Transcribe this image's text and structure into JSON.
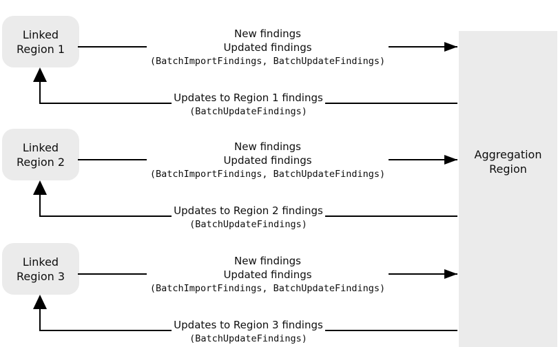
{
  "aggregation": {
    "label": "Aggregation Region"
  },
  "rows": [
    {
      "region_label": "Linked Region 1",
      "out_line1": "New findings",
      "out_line2": "Updated findings",
      "out_api": "(BatchImportFindings, BatchUpdateFindings)",
      "ret_line1": "Updates to Region 1 findings",
      "ret_api": "(BatchUpdateFindings)"
    },
    {
      "region_label": "Linked Region 2",
      "out_line1": "New findings",
      "out_line2": "Updated findings",
      "out_api": "(BatchImportFindings, BatchUpdateFindings)",
      "ret_line1": "Updates to Region 2 findings",
      "ret_api": "(BatchUpdateFindings)"
    },
    {
      "region_label": "Linked Region 3",
      "out_line1": "New findings",
      "out_line2": "Updated findings",
      "out_api": "(BatchImportFindings, BatchUpdateFindings)",
      "ret_line1": "Updates to Region 3 findings",
      "ret_api": "(BatchUpdateFindings)"
    }
  ],
  "colors": {
    "box_fill": "#ebebeb",
    "line": "#000000",
    "text": "#0d0d0d"
  }
}
